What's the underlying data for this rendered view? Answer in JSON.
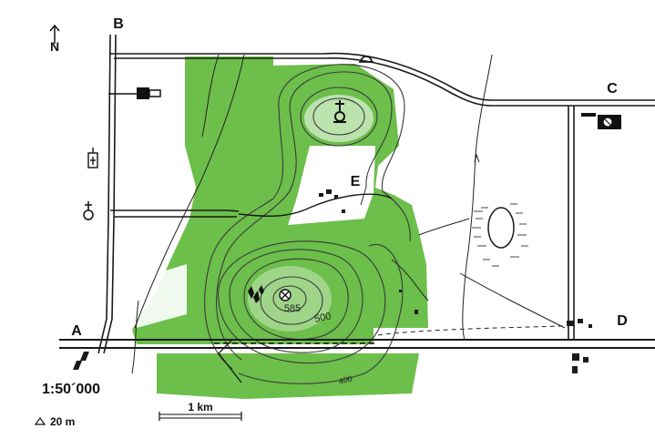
{
  "labels": {
    "north": "N",
    "point_a": "A",
    "point_b": "B",
    "point_c": "C",
    "point_d": "D",
    "point_e": "E"
  },
  "contours": {
    "summit": "585",
    "c500": "500",
    "c400": "400"
  },
  "legend": {
    "scale": "1:50´000",
    "contour_interval": "20 m",
    "scalebar": "1 km"
  },
  "colors": {
    "forest": "#6cbf4a",
    "ink": "#1a1a1a",
    "background": "#ffffff"
  },
  "icons": [
    "north-arrow-icon",
    "castle-icon",
    "church-icon",
    "monument-icon",
    "viewpoint-icon",
    "summit-marker-icon",
    "factory-icon",
    "tunnel-icon",
    "marsh-icon"
  ]
}
